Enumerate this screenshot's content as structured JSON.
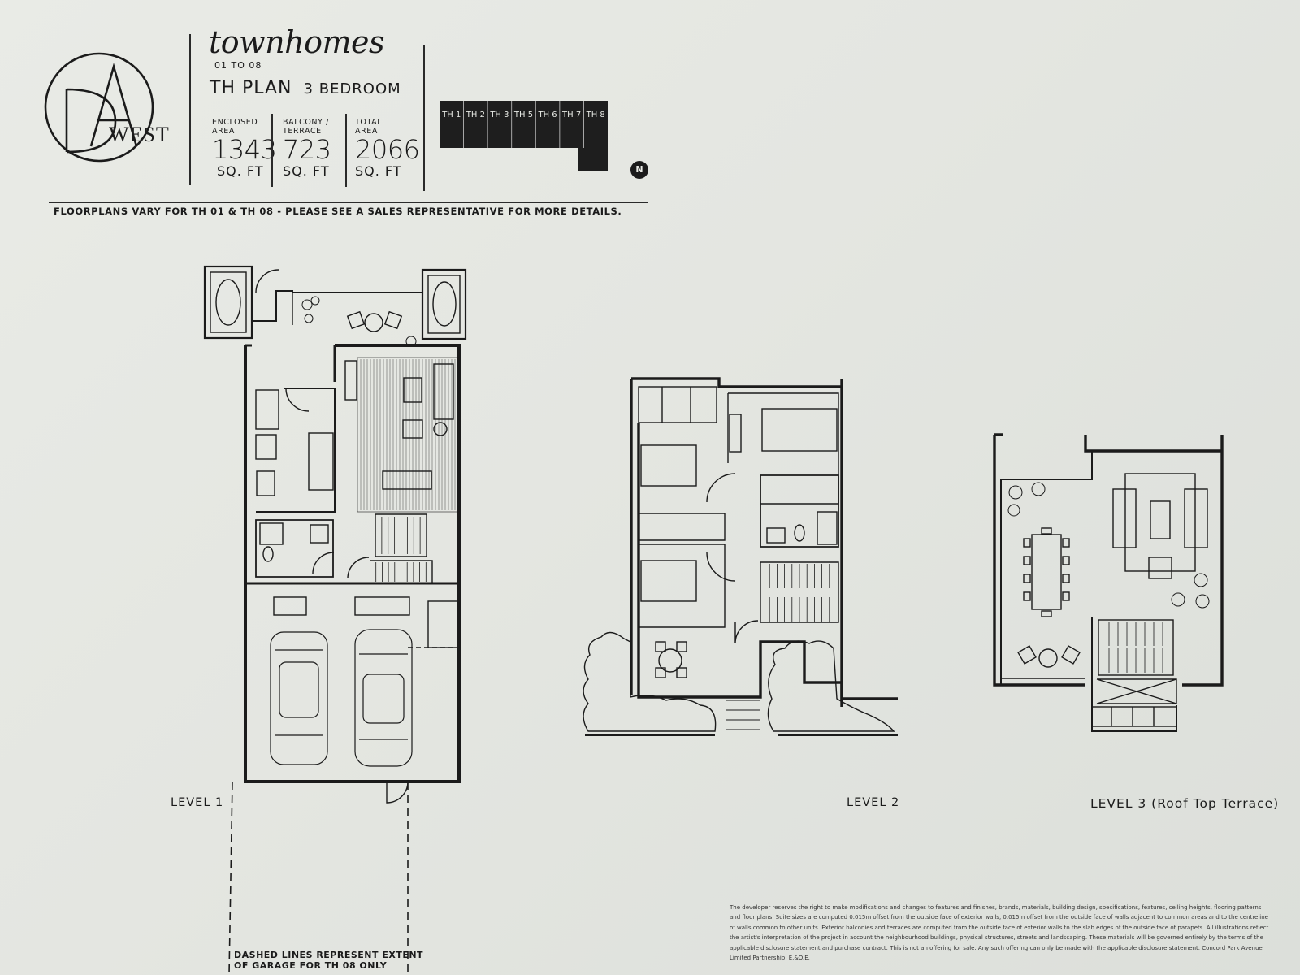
{
  "header": {
    "logo_text": "WEST",
    "project_title": "townhomes",
    "unit_range": "01 TO 08",
    "plan_name": "TH PLAN",
    "bedrooms": "3 BEDROOM"
  },
  "stats": [
    {
      "label": "ENCLOSED AREA",
      "value": "1343",
      "unit": "SQ. FT"
    },
    {
      "label": "BALCONY / TERRACE",
      "value": "723",
      "unit": "SQ. FT"
    },
    {
      "label": "TOTAL AREA",
      "value": "2066",
      "unit": "SQ. FT"
    }
  ],
  "keyplan": {
    "units": [
      "TH 1",
      "TH 2",
      "TH 3",
      "TH 5",
      "TH 6",
      "TH 7",
      "TH 8"
    ],
    "north_label": "N"
  },
  "notice": "FLOORPLANS VARY FOR TH 01 & TH 08 - PLEASE SEE A SALES REPRESENTATIVE FOR MORE DETAILS.",
  "levels": {
    "level1": "LEVEL 1",
    "level2": "LEVEL 2",
    "level3": "LEVEL 3 (Roof Top Terrace)"
  },
  "garage_note": {
    "line1": "DASHED LINES REPRESENT EXTENT",
    "line2": "OF GARAGE FOR TH 08 ONLY"
  },
  "disclaimer": "The developer reserves the right to make modifications and changes to features and finishes, brands, materials, building design, specifications, features, ceiling heights, flooring patterns and floor plans. Suite sizes are computed 0.015m offset from the outside face of exterior walls, 0.015m offset from the outside face of walls adjacent to common areas and to the centreline of walls common to other units. Exterior balconies and terraces are computed from the outside face of exterior walls to the slab edges of the outside face of parapets. All illustrations reflect the artist's interpretation of the project in account the neighbourhood buildings, physical structures, streets and landscaping. These materials will be governed entirely by the terms of the applicable disclosure statement and purchase contract. This is not an offering for sale. Any such offering can only be made with the applicable disclosure statement. Concord Park Avenue Limited Partnership. E.&O.E.",
  "colors": {
    "ink": "#1b1b1b",
    "paper": "#e6e8e3"
  }
}
